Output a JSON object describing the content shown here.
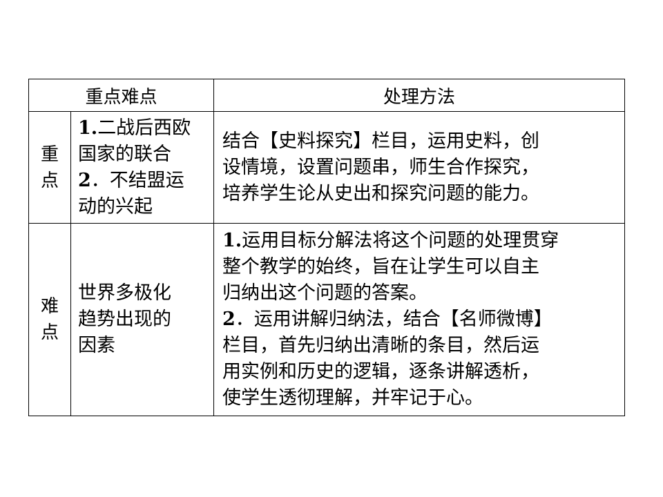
{
  "table": {
    "header": {
      "col1": "重点难点",
      "col2": "处理方法"
    },
    "rows": [
      {
        "label": [
          "重",
          "点"
        ],
        "topic_lines": [
          {
            "num": "1.",
            "text": "二战后西欧"
          },
          {
            "num": "",
            "text": "国家的联合"
          },
          {
            "num": "2",
            "text": "．不结盟运"
          },
          {
            "num": "",
            "text": "动的兴起"
          }
        ],
        "method_lines": [
          {
            "num": "",
            "text": "结合【史料探究】栏目，运用史料，创"
          },
          {
            "num": "",
            "text": "设情境，设置问题串，师生合作探究，"
          },
          {
            "num": "",
            "text": "培养学生论从史出和探究问题的能力。"
          }
        ]
      },
      {
        "label": [
          "难",
          "点"
        ],
        "topic_lines": [
          {
            "num": "",
            "text": "世界多极化"
          },
          {
            "num": "",
            "text": "趋势出现的"
          },
          {
            "num": "",
            "text": "因素"
          }
        ],
        "method_lines": [
          {
            "num": "1.",
            "text": "运用目标分解法将这个问题的处理贯穿"
          },
          {
            "num": "",
            "text": "整个教学的始终，旨在让学生可以自主"
          },
          {
            "num": "",
            "text": "归纳出这个问题的答案。"
          },
          {
            "num": "2",
            "text": "．运用讲解归纳法，结合【名师微博】"
          },
          {
            "num": "",
            "text": "栏目，首先归纳出清晰的条目，然后运"
          },
          {
            "num": "",
            "text": "用实例和历史的逻辑，逐条讲解透析，"
          },
          {
            "num": "",
            "text": "使学生透彻理解，并牢记于心。"
          }
        ]
      }
    ]
  }
}
